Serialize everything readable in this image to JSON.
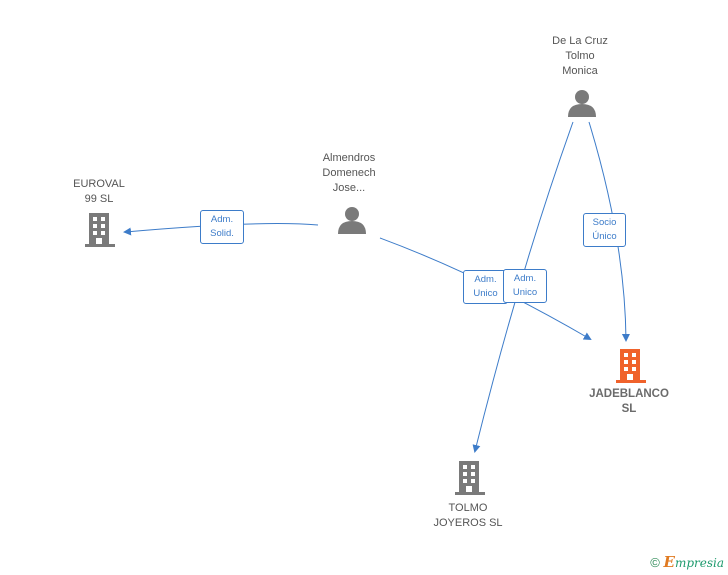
{
  "nodes": {
    "de_la_cruz": {
      "lines": [
        "De La Cruz",
        "Tolmo",
        "Monica"
      ],
      "kind": "person"
    },
    "almendros": {
      "lines": [
        "Almendros",
        "Domenech",
        "Jose..."
      ],
      "kind": "person"
    },
    "euroval": {
      "lines": [
        "EUROVAL",
        "99  SL"
      ],
      "kind": "company"
    },
    "jadeblanco": {
      "lines": [
        "JADEBLANCO",
        "SL"
      ],
      "kind": "company-focus"
    },
    "tolmo_joyeros": {
      "lines": [
        "TOLMO",
        "JOYEROS  SL"
      ],
      "kind": "company"
    }
  },
  "edges": {
    "almendros_euroval": [
      "Adm.",
      "Solid."
    ],
    "almendros_jadeblanco": [
      "Adm.",
      "Unico"
    ],
    "delacruz_tolmo": [
      "Adm.",
      "Unico"
    ],
    "delacruz_jadeblanco": [
      "Socio",
      "Único"
    ]
  },
  "colors": {
    "edge": "#3d7cc9",
    "company": "#7a7a7a",
    "focus": "#f0622b",
    "person": "#7a7a7a"
  },
  "footer": {
    "copyright": "©",
    "brand_first": "E",
    "brand_rest": "mpresia"
  }
}
